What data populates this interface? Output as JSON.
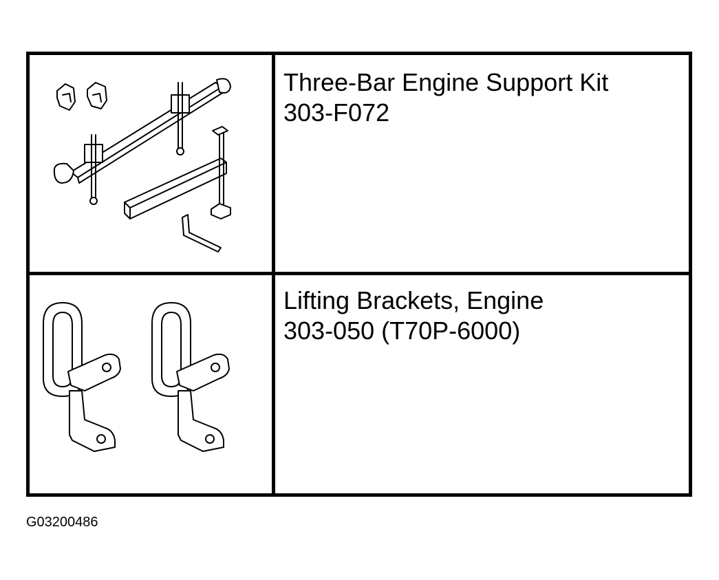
{
  "tools": [
    {
      "name": "Three-Bar Engine Support Kit",
      "number": "303-F072",
      "illustration": "engine-support-kit-illustration"
    },
    {
      "name": "Lifting Brackets, Engine",
      "number": "303-050 (T70P-6000)",
      "illustration": "lifting-brackets-illustration"
    }
  ],
  "figure_id": "G03200486"
}
